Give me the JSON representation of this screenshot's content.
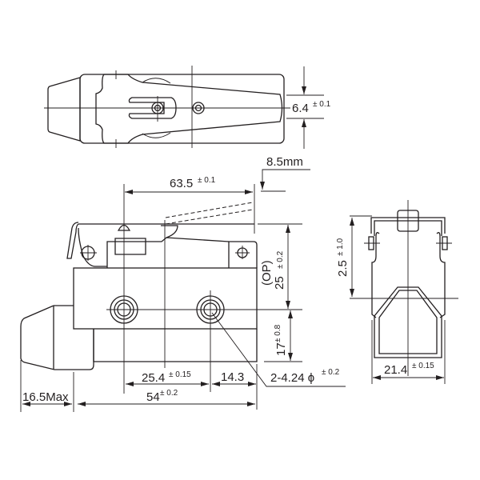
{
  "dimensions": {
    "top_width": {
      "value": "6.4",
      "tol": "± 0.1"
    },
    "overtravel": {
      "value": "8.5mm"
    },
    "lever_length": {
      "value": "63.5",
      "tol": "± 0.1"
    },
    "operating_position": {
      "label": "(OP)",
      "value": "25",
      "tol": "± 0.2"
    },
    "mount_height": {
      "value": "17",
      "tol": "± 0.8"
    },
    "hole_spacing": {
      "value": "25.4",
      "tol": "± 0.15"
    },
    "hole_edge": {
      "value": "14.3"
    },
    "mount_holes": {
      "value": "2-4.24 ϕ",
      "tol": "± 0.2"
    },
    "body_length": {
      "value": "54",
      "tol": "± 0.2"
    },
    "cap_length": {
      "value": "16.5Max"
    },
    "side_travel": {
      "value": "2.5",
      "tol": "± 1.0"
    },
    "body_width": {
      "value": "21.4",
      "tol": "± 0.15"
    }
  }
}
